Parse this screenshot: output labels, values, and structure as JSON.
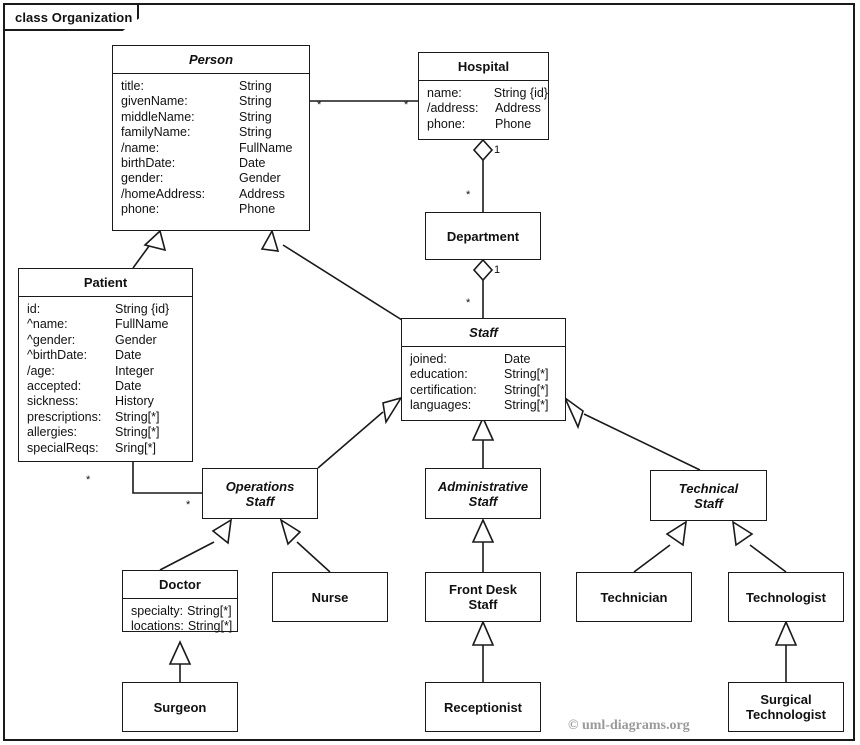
{
  "frame": {
    "tab_label": "class Organization"
  },
  "watermark": "© uml-diagrams.org",
  "classes": {
    "person": {
      "name": "Person",
      "abstract": true,
      "attributes": [
        {
          "name": "title:",
          "type": "String"
        },
        {
          "name": "givenName:",
          "type": "String"
        },
        {
          "name": "middleName:",
          "type": "String"
        },
        {
          "name": "familyName:",
          "type": "String"
        },
        {
          "name": "/name:",
          "type": "FullName"
        },
        {
          "name": "birthDate:",
          "type": "Date"
        },
        {
          "name": "gender:",
          "type": "Gender"
        },
        {
          "name": "/homeAddress:",
          "type": "Address"
        },
        {
          "name": "phone:",
          "type": "Phone"
        }
      ]
    },
    "hospital": {
      "name": "Hospital",
      "abstract": false,
      "attributes": [
        {
          "name": "name:",
          "type": "String {id}"
        },
        {
          "name": "/address:",
          "type": "Address"
        },
        {
          "name": "phone:",
          "type": "Phone"
        }
      ]
    },
    "department": {
      "name": "Department",
      "abstract": false,
      "attributes": []
    },
    "patient": {
      "name": "Patient",
      "abstract": false,
      "attributes": [
        {
          "name": "id:",
          "type": "String {id}"
        },
        {
          "name": "^name:",
          "type": "FullName"
        },
        {
          "name": "^gender:",
          "type": "Gender"
        },
        {
          "name": "^birthDate:",
          "type": "Date"
        },
        {
          "name": "/age:",
          "type": "Integer"
        },
        {
          "name": "accepted:",
          "type": "Date"
        },
        {
          "name": "sickness:",
          "type": "History"
        },
        {
          "name": "prescriptions:",
          "type": "String[*]"
        },
        {
          "name": "allergies:",
          "type": "String[*]"
        },
        {
          "name": "specialReqs:",
          "type": "Sring[*]"
        }
      ]
    },
    "staff": {
      "name": "Staff",
      "abstract": true,
      "attributes": [
        {
          "name": "joined:",
          "type": "Date"
        },
        {
          "name": "education:",
          "type": "String[*]"
        },
        {
          "name": "certification:",
          "type": "String[*]"
        },
        {
          "name": "languages:",
          "type": "String[*]"
        }
      ]
    },
    "operations_staff": {
      "name": "Operations\nStaff",
      "abstract": true,
      "attributes": []
    },
    "administrative_staff": {
      "name": "Administrative\nStaff",
      "abstract": true,
      "attributes": []
    },
    "technical_staff": {
      "name": "Technical\nStaff",
      "abstract": true,
      "attributes": []
    },
    "doctor": {
      "name": "Doctor",
      "abstract": false,
      "attributes": [
        {
          "name": "specialty:",
          "type": "String[*]"
        },
        {
          "name": "locations:",
          "type": "String[*]"
        }
      ]
    },
    "nurse": {
      "name": "Nurse",
      "abstract": false,
      "attributes": []
    },
    "front_desk_staff": {
      "name": "Front Desk\nStaff",
      "abstract": false,
      "attributes": []
    },
    "technician": {
      "name": "Technician",
      "abstract": false,
      "attributes": []
    },
    "technologist": {
      "name": "Technologist",
      "abstract": false,
      "attributes": []
    },
    "surgeon": {
      "name": "Surgeon",
      "abstract": false,
      "attributes": []
    },
    "receptionist": {
      "name": "Receptionist",
      "abstract": false,
      "attributes": []
    },
    "surgical_technologist": {
      "name": "Surgical\nTechnologist",
      "abstract": false,
      "attributes": []
    }
  },
  "multiplicities": {
    "person_hospital_person_end": "*",
    "person_hospital_hospital_end": "*",
    "hospital_department_hospital_end": "1",
    "hospital_department_department_end": "*",
    "department_staff_department_end": "1",
    "department_staff_staff_end": "*",
    "patient_operations_patient_end": "*",
    "patient_operations_operations_end": "*"
  },
  "relationships": [
    {
      "kind": "association",
      "from": "Person",
      "to": "Hospital"
    },
    {
      "kind": "aggregation",
      "from": "Hospital",
      "to": "Department"
    },
    {
      "kind": "aggregation",
      "from": "Department",
      "to": "Staff"
    },
    {
      "kind": "generalization",
      "from": "Patient",
      "to": "Person"
    },
    {
      "kind": "generalization",
      "from": "Staff",
      "to": "Person"
    },
    {
      "kind": "association",
      "from": "Patient",
      "to": "Operations Staff"
    },
    {
      "kind": "generalization",
      "from": "Operations Staff",
      "to": "Staff"
    },
    {
      "kind": "generalization",
      "from": "Administrative Staff",
      "to": "Staff"
    },
    {
      "kind": "generalization",
      "from": "Technical Staff",
      "to": "Staff"
    },
    {
      "kind": "generalization",
      "from": "Doctor",
      "to": "Operations Staff"
    },
    {
      "kind": "generalization",
      "from": "Nurse",
      "to": "Operations Staff"
    },
    {
      "kind": "generalization",
      "from": "Front Desk Staff",
      "to": "Administrative Staff"
    },
    {
      "kind": "generalization",
      "from": "Technician",
      "to": "Technical Staff"
    },
    {
      "kind": "generalization",
      "from": "Technologist",
      "to": "Technical Staff"
    },
    {
      "kind": "generalization",
      "from": "Surgeon",
      "to": "Doctor"
    },
    {
      "kind": "generalization",
      "from": "Receptionist",
      "to": "Front Desk Staff"
    },
    {
      "kind": "generalization",
      "from": "Surgical Technologist",
      "to": "Technologist"
    }
  ]
}
